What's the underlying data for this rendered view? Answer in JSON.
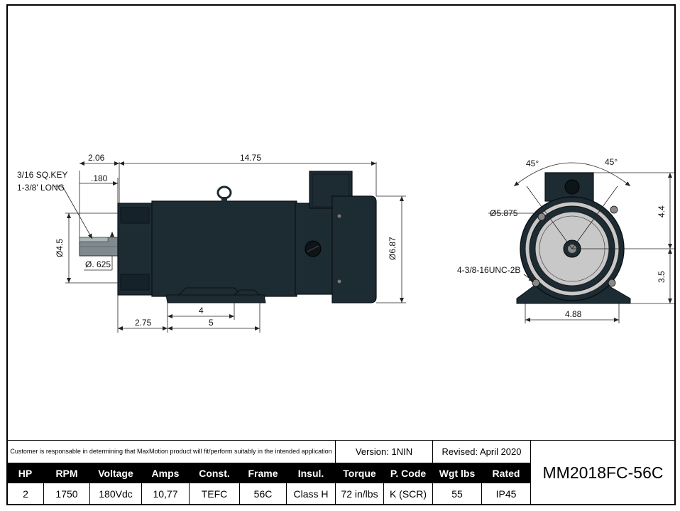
{
  "dimensions": {
    "shaft_ext": "2.06",
    "key_offset": ".180",
    "key_note_1": "3/16 SQ.KEY",
    "key_note_2": "1-3/8' LONG",
    "overall_length": "14.75",
    "pilot_dia": "Ø4.5",
    "shaft_dia": "Ø. 625",
    "body_dia": "Ø6.87",
    "foot_4": "4",
    "foot_5": "5",
    "foot_275": "2.75",
    "angle_left": "45°",
    "angle_right": "45°",
    "bolt_circle": "Ø5.875",
    "thread": "4-3/8-16UNC-2B",
    "height_top": "4.4",
    "height_bottom": "3.5",
    "foot_width": "4.88"
  },
  "title_block": {
    "disclaimer": "Customer is responsable in determining that MaxMotion product will fit/perform suitably in the intended application",
    "version": "Version: 1NIN",
    "revised": "Revised: April 2020",
    "model": "MM2018FC-56C",
    "headers": [
      "HP",
      "RPM",
      "Voltage",
      "Amps",
      "Const.",
      "Frame",
      "Insul.",
      "Torque",
      "P. Code",
      "Wgt lbs",
      "Rated"
    ],
    "values": [
      "2",
      "1750",
      "180Vdc",
      "10,77",
      "TEFC",
      "56C",
      "Class H",
      "72 in/lbs",
      "K (SCR)",
      "55",
      "IP45"
    ]
  },
  "colors": {
    "motor_body": "#1d2b33",
    "motor_edge": "#0a1014",
    "flange_grey": "#c8c8c8"
  }
}
